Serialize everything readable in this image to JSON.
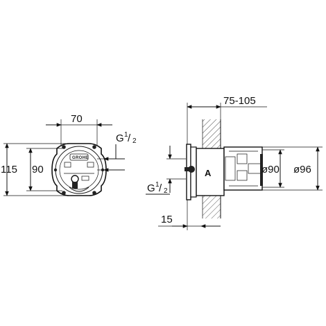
{
  "front_view": {
    "width_label": "70",
    "height_outer_label": "115",
    "height_inner_label": "90",
    "thread_letter": "G",
    "thread_numerator": "1",
    "thread_denominator": "2",
    "brand": "GROHE"
  },
  "side_view": {
    "depth_range_label": "75-105",
    "diameter_inner_label": "ø90",
    "diameter_outer_label": "ø96",
    "thread_letter": "G",
    "thread_numerator": "1",
    "thread_denominator": "2",
    "offset_label": "15",
    "marker_letter": "A"
  }
}
